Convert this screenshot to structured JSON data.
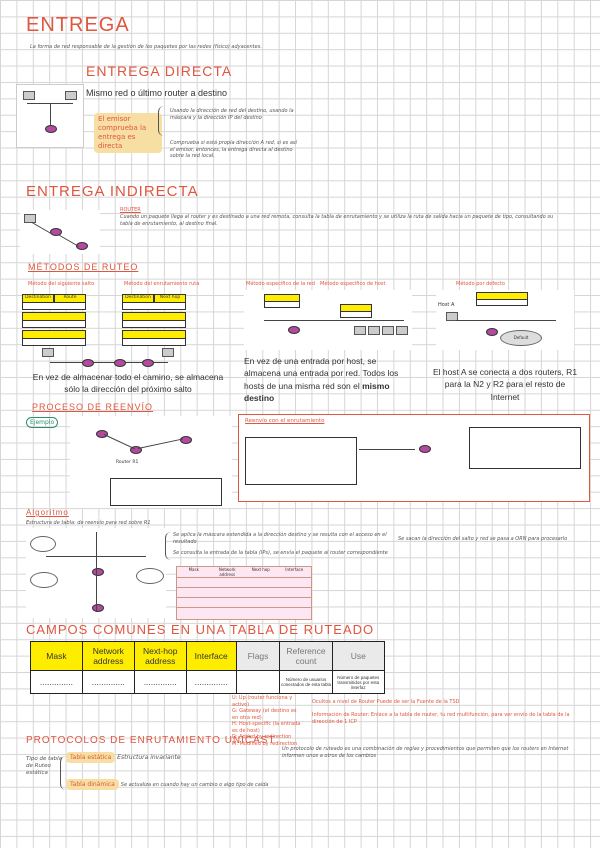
{
  "entrega": {
    "title": "ENTREGA",
    "subtitle": "La forma de red responsable de la gestión de los paquetes por las redes (físico) adyacentes."
  },
  "directa": {
    "title": "ENTREGA DIRECTA",
    "note_head": "Mismo red o último router a destino",
    "highlight": "El emisor comprueba la entrega es directa",
    "note1": "Usando la dirección de red del destino, usando la máscara y la dirección IP del destino",
    "note2": "Comprueba si está propia dirección A red, si es así el emisor, entonces, la entrega directa al destino sobre la red local."
  },
  "indirecta": {
    "title": "ENTREGA INDIRECTA",
    "sub": "ROUTER",
    "note": "Cuando un paquete llega al router y es destinado a una red remota, consulta la tabla de enrutamiento y se utiliza la ruta de salida hacia un paquete de tipo, consultando su tabla de enrutamiento, al destino final."
  },
  "metodos": {
    "title": "MÉTODOS DE RUTEO",
    "col1": "Método del siguiente salto",
    "col2": "Método del enrutamiento ruta",
    "col3": "Método específico de la red",
    "col4": "Método específico de host",
    "col5": "Método por defecto",
    "table_head": [
      "Destination",
      "Route",
      "Destination",
      "Next hop"
    ],
    "caption1": "En vez de almacenar todo el camino, se almacena sólo la dirección del próximo salto",
    "caption2_a": "En vez de una entrada por host, se almacena una entrada por red. Todos los hosts de una misma red son el ",
    "caption2_b": "mismo destino",
    "caption3": "El host A se conecta a dos routers, R1 para la N2 y R2 para el resto de Internet",
    "host_a": "Host A",
    "default_label": "Default"
  },
  "proceso": {
    "title": "PROCESO DE REENVÍO",
    "tag": "Ejemplo",
    "right_label": "Reenvío con el enrutamiento",
    "r_label": "Router R1"
  },
  "algo": {
    "title": "Algoritmo",
    "line1": "Estructura de tabla: de reenvío para red sobre R1",
    "note1": "Se aplica la máscara extendida a la dirección destino y se resulta con el acceso en el resultado",
    "note2": "Se consulta la entrada de la tabla (IPs), se envía el paquete al router correspondiente",
    "note3": "Se sacan la dirección del salto y red se pasa a ORN para procesarlo",
    "table_head": [
      "Mask",
      "Network address",
      "Next hop",
      "Interface"
    ]
  },
  "campos": {
    "title": "CAMPOS COMUNES EN UNA TABLA DE RUTEADO",
    "columns": [
      "Mask",
      "Network address",
      "Next-hop address",
      "Interface",
      "Flags",
      "Reference count",
      "Use"
    ],
    "values": [
      "..............",
      "..............",
      "..............",
      "..............",
      "",
      "Número de usuarios conectados de esta tabla",
      "Número de paquetes transmitidos por esta interfaz"
    ],
    "note_u": "U: Up (router funciona y activo)",
    "note_g": "G: Gateway (el destino es en otra red)",
    "note_h": "H: Host-specific (la entrada es de host)",
    "note_d": "D: Added by redirection",
    "note_m": "M: Modified by redirection",
    "note_right1": "Ocultos a nivel de Router Puede de ser la Fuente de la TSD",
    "note_right2": "Información de Router: Enlace a la tabla de router, tu red multifunción, para ver envío de la tabla de la dirección de 1 ICP"
  },
  "protocolos": {
    "title": "PROTOCOLOS DE ENRUTAMIENTO UNICAST",
    "left": "Tipo de tabla de Ruteo estática",
    "item1_a": "Tabla estática",
    "item1_b": "Estructura invariante",
    "item2_a": "Tabla dinámica",
    "item2_b": "Se actualiza en cuando hay un cambio o algo tipo de caída",
    "note": "Un protocolo de ruteado es una combinación de reglas y procedimientos que permiten que los routers en Internet informen unos a otros de los cambios"
  }
}
